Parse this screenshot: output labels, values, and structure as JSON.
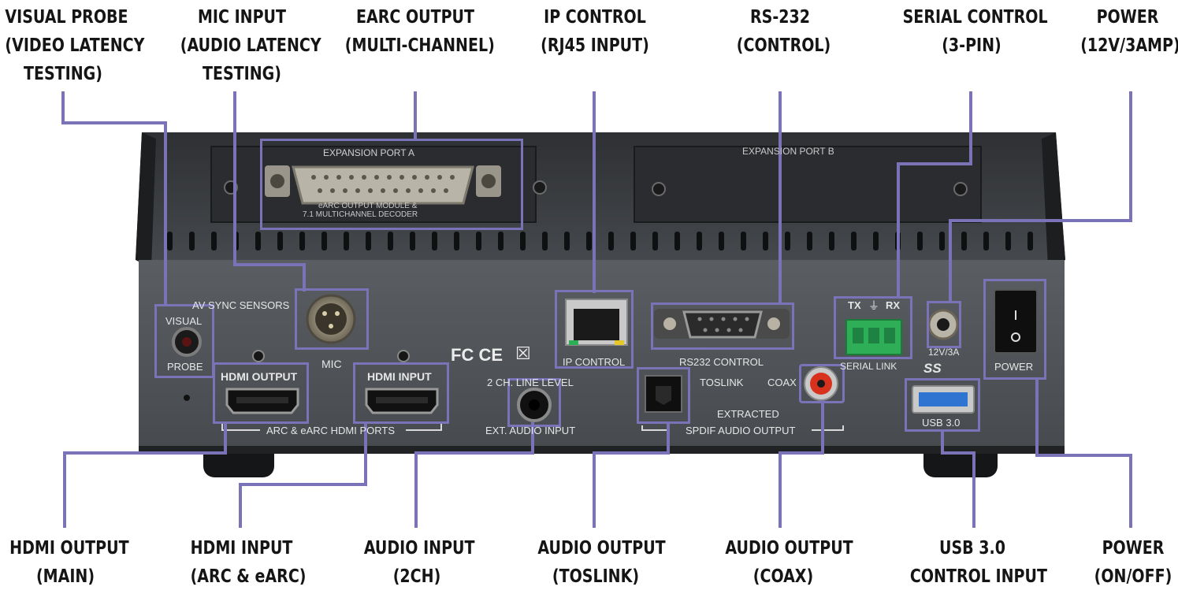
{
  "callouts": {
    "visual_probe": [
      "VISUAL PROBE",
      "(VIDEO LATENCY",
      "TESTING)"
    ],
    "mic_input": [
      "MIC INPUT",
      "(AUDIO LATENCY",
      "TESTING)"
    ],
    "earc_output": [
      "EARC OUTPUT",
      "(MULTI-CHANNEL)"
    ],
    "ip_control": [
      "IP CONTROL",
      "(RJ45 INPUT)"
    ],
    "rs232": [
      "RS-232",
      "(CONTROL)"
    ],
    "serial_control": [
      "SERIAL CONTROL",
      "(3-PIN)"
    ],
    "power_top": [
      "POWER",
      "(12V/3AMP)"
    ],
    "hdmi_output": [
      "HDMI OUTPUT",
      "(MAIN)"
    ],
    "hdmi_input": [
      "HDMI INPUT",
      "(ARC & eARC)"
    ],
    "audio_input": [
      "AUDIO INPUT",
      "(2CH)"
    ],
    "audio_output_toslink": [
      "AUDIO OUTPUT",
      "(TOSLINK)"
    ],
    "audio_output_coax": [
      "AUDIO OUTPUT",
      "(COAX)"
    ],
    "usb": [
      "USB 3.0",
      "CONTROL INPUT"
    ],
    "power_bottom": [
      "POWER",
      "(ON/OFF)"
    ]
  },
  "panel_labels": {
    "expansion_a": "EXPANSION PORT A",
    "expansion_b": "EXPANSION PORT B",
    "module_line1": "eARC OUTPUT MODULE &",
    "module_line2": "7.1 MULTICHANNEL DECODER",
    "av_sync": "AV SYNC SENSORS",
    "visual": "VISUAL",
    "probe": "PROBE",
    "mic": "MIC",
    "hdmi_output": "HDMI OUTPUT",
    "hdmi_input": "HDMI INPUT",
    "hdmi_ports": "ARC & eARC HDMI PORTS",
    "certs": "FC CE",
    "line_level": "2 CH. LINE LEVEL",
    "ext_audio": "EXT. AUDIO INPUT",
    "ip_control": "IP CONTROL",
    "rs232_control": "RS232  CONTROL",
    "toslink": "TOSLINK",
    "coax": "COAX",
    "extracted": "EXTRACTED",
    "spdif": "SPDIF AUDIO  OUTPUT",
    "tx": "TX",
    "rx": "RX",
    "serial_link": "SERIAL LINK",
    "voltage": "12V/3A",
    "ss_logo": "SS",
    "usb": "USB 3.0",
    "power": "POWER"
  },
  "colors": {
    "accent": "#7a73b8",
    "chassis": "#3c3e42",
    "panel": "#4e5256",
    "terminal_green": "#2fae58",
    "usb_blue": "#2f74d0",
    "coax_red": "#d8321e"
  }
}
